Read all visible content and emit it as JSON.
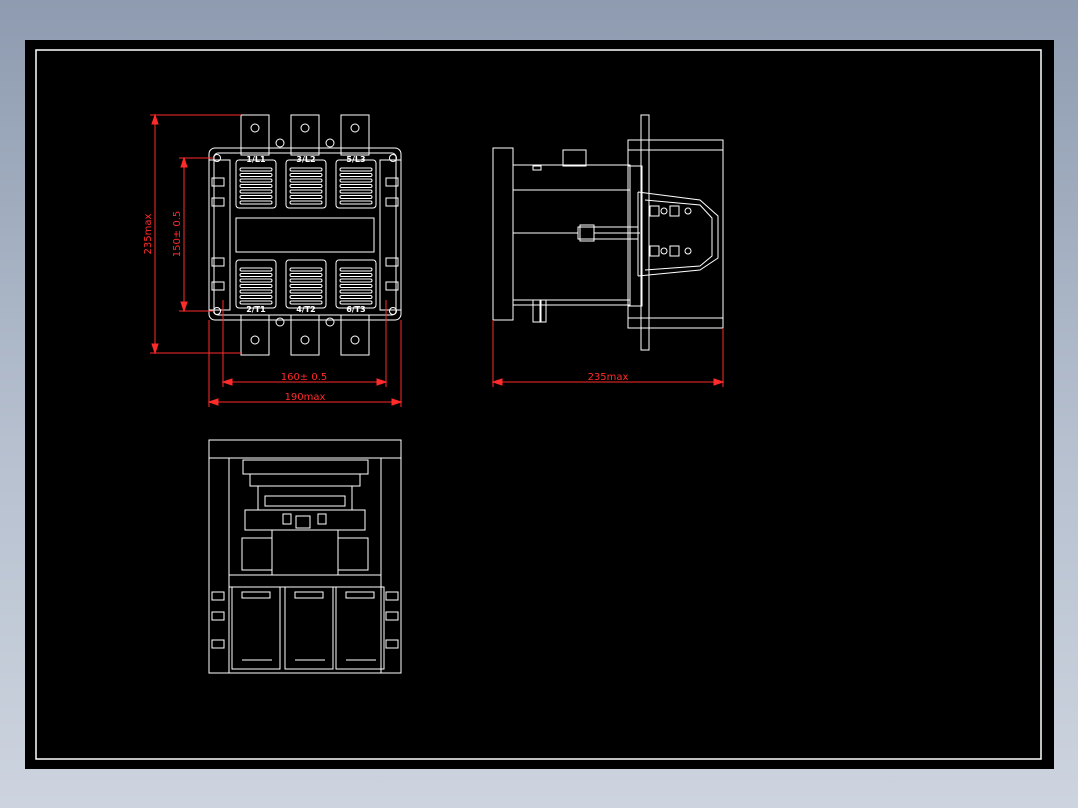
{
  "colors": {
    "background": "#000000",
    "line": "#ffffff",
    "dimension": "#ff2a2a"
  },
  "front_view": {
    "terminals_top": [
      "1/L1",
      "3/L2",
      "5/L3"
    ],
    "terminals_bottom": [
      "2/T1",
      "4/T2",
      "6/T3"
    ]
  },
  "dimensions": {
    "height_max": "235max",
    "mount_height": "150± 0.5",
    "mount_width": "160± 0.5",
    "width_max": "190max",
    "depth_max": "235max"
  }
}
